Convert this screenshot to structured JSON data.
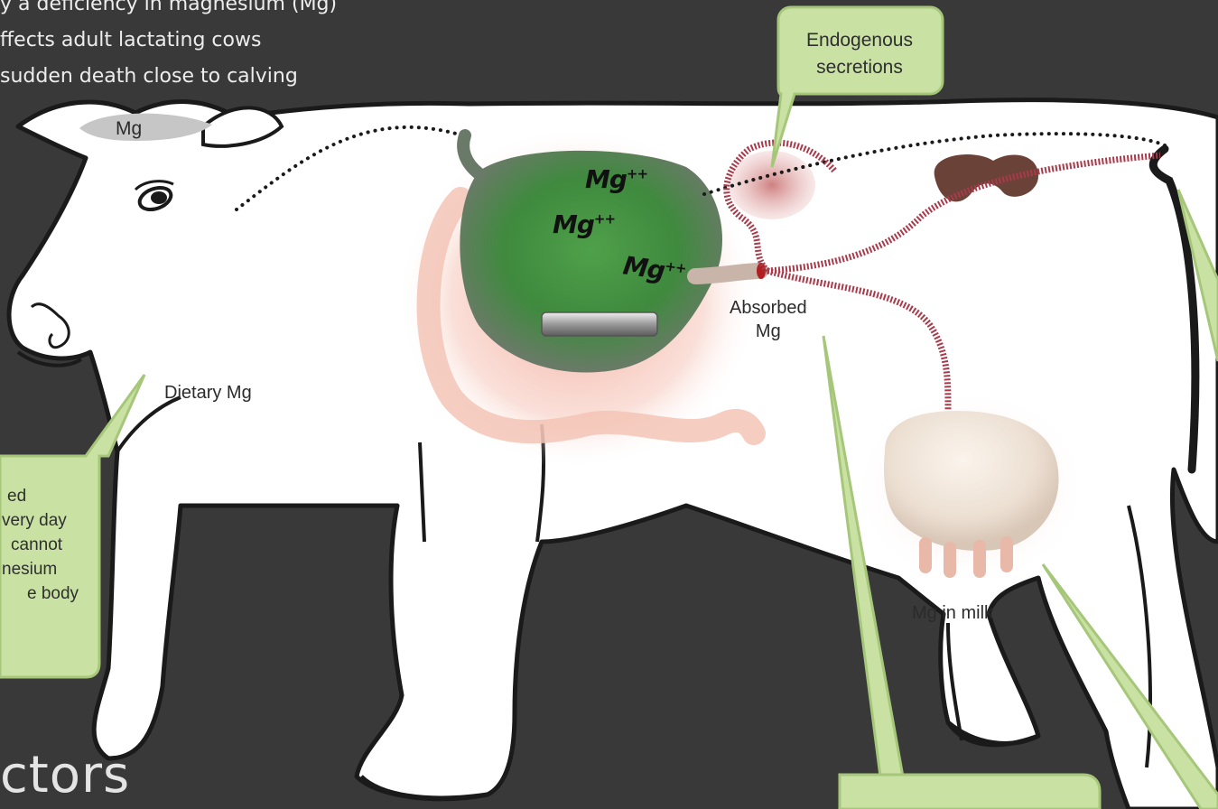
{
  "intro_bullets": [
    "y a deficiency in magnesium (Mg)",
    "ffects adult lactating cows",
    "sudden death close to calving"
  ],
  "heading": "ctors",
  "callouts": {
    "endogenous": [
      "Endogenous",
      "secretions"
    ],
    "dietary": [
      "ed",
      "very day",
      "cannot",
      "nesium",
      "e body"
    ]
  },
  "labels": {
    "head_mg": "Mg",
    "dietary_mg": "Dietary Mg",
    "absorbed": [
      "Absorbed",
      "Mg"
    ],
    "milk": "Mg in milk",
    "rumen_ion": "Mg",
    "ion_charge": "++"
  },
  "colors": {
    "background": "#393939",
    "callout_fill": "#c9e2a4",
    "callout_border": "#a6c77a",
    "flow_line": "#a93a4a",
    "cow_fill": "#ffffff",
    "kidney": "#6b4238"
  }
}
